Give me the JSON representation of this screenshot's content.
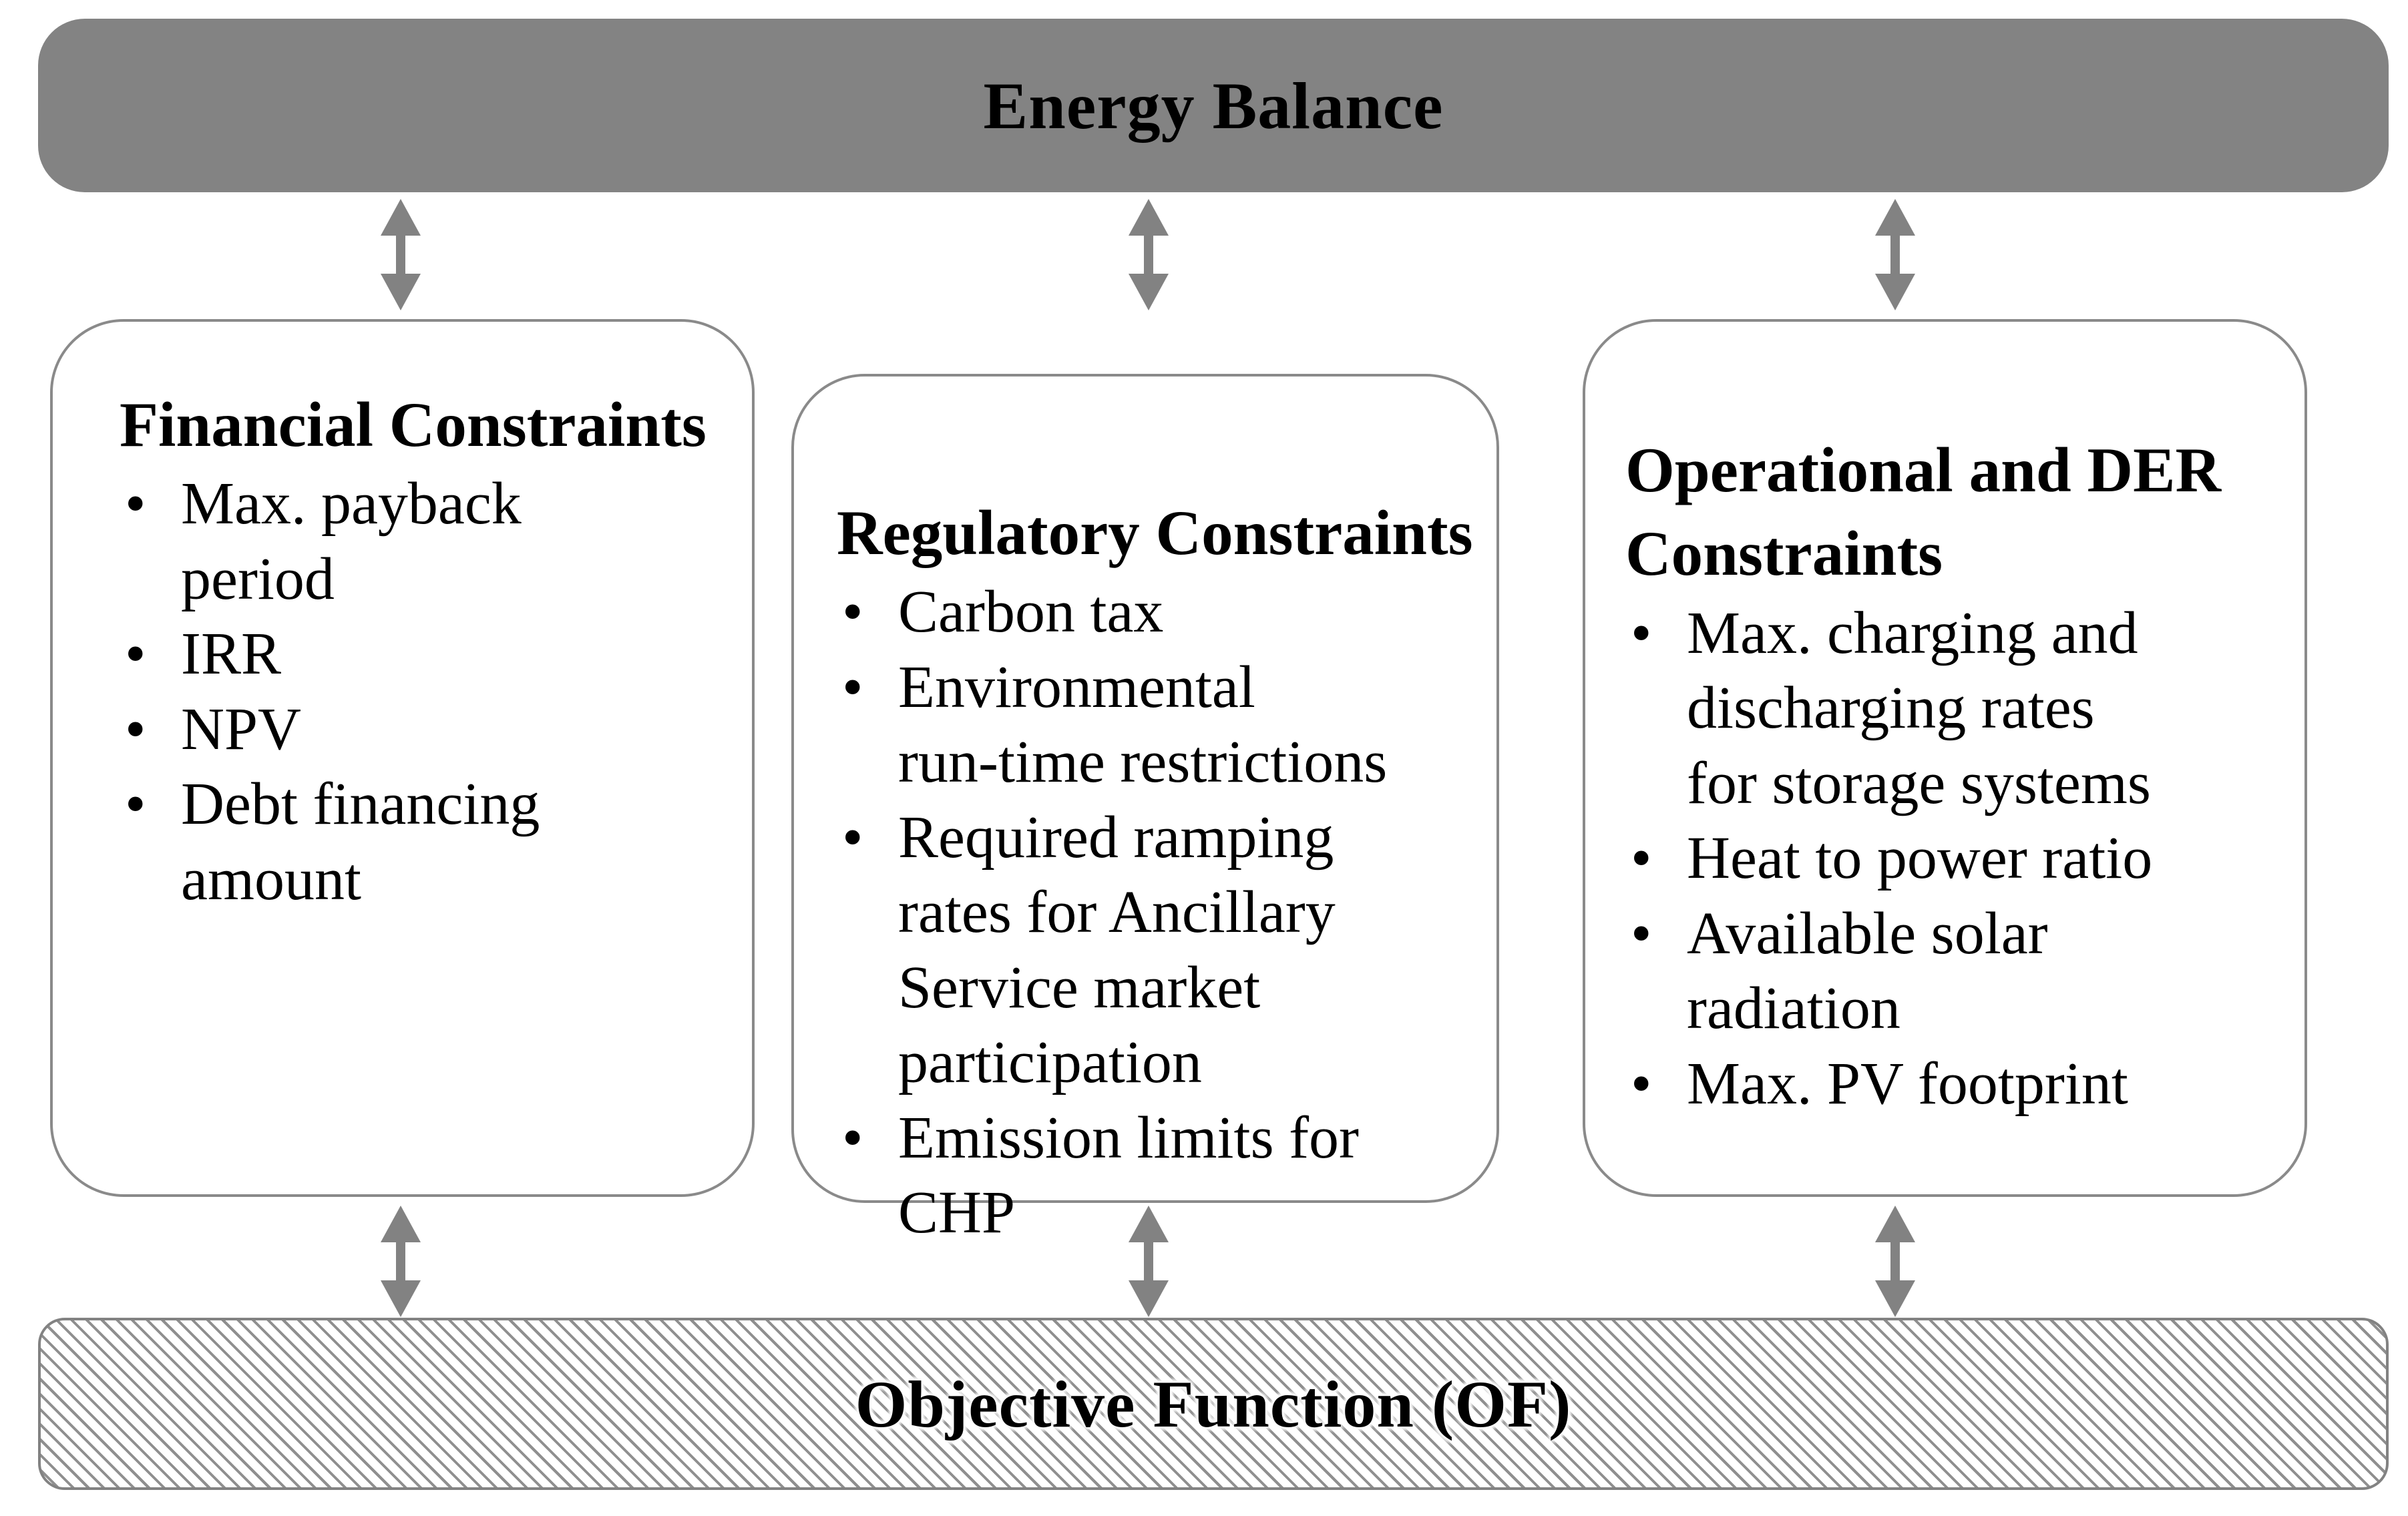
{
  "diagram": {
    "top_bar": {
      "label": "Energy Balance"
    },
    "bottom_bar": {
      "label": "Objective Function (OF)"
    },
    "boxes": [
      {
        "title": "Financial Constraints",
        "items": [
          "Max. payback\nperiod",
          "IRR",
          "NPV",
          "Debt financing\namount"
        ]
      },
      {
        "title": "Regulatory Constraints",
        "items": [
          "Carbon tax",
          "Environmental\nrun-time restrictions",
          "Required ramping\nrates for Ancillary\nService market\nparticipation",
          "Emission limits for\nCHP"
        ]
      },
      {
        "title": "Operational and DER\nConstraints",
        "items": [
          "Max. charging and\ndischarging rates\nfor storage systems",
          "Heat to power ratio",
          "Available solar\nradiation",
          "Max. PV footprint"
        ]
      }
    ],
    "colors": {
      "bar_fill": "#838383",
      "box_border": "#8a8a8a",
      "arrow": "#828282",
      "text": "#000000"
    }
  }
}
